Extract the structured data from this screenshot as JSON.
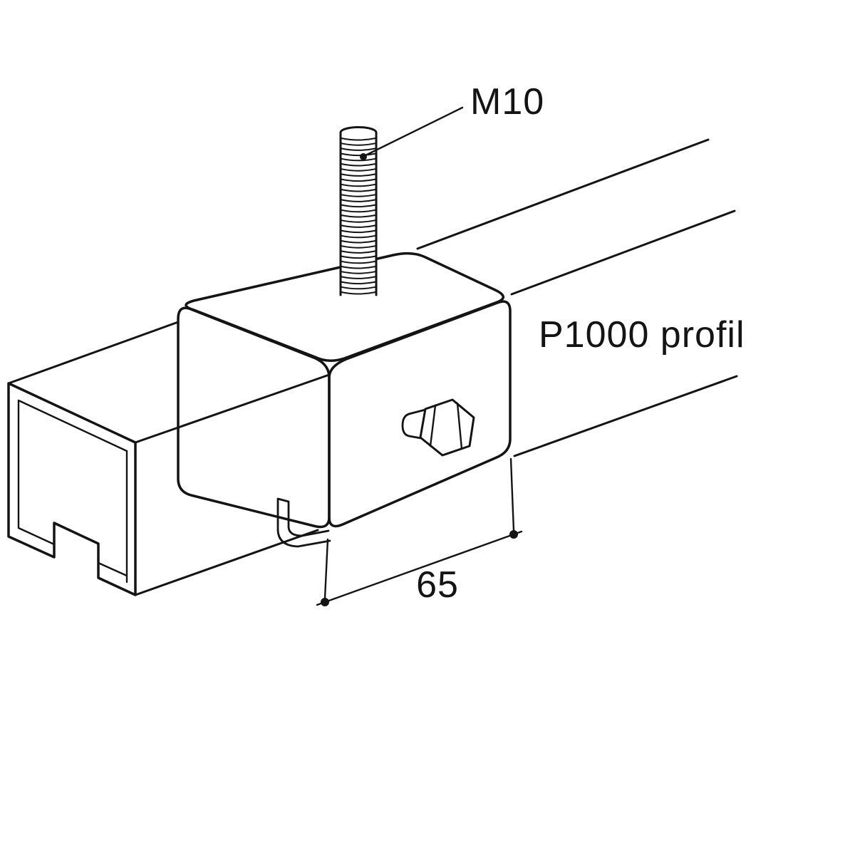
{
  "diagram": {
    "labels": {
      "rod_size": "M10",
      "profile_name": "P1000 profil",
      "bracket_width_mm": "65"
    },
    "colors": {
      "line": "#141414",
      "shaded_face": "#ebebeb",
      "background": "#ffffff"
    }
  }
}
